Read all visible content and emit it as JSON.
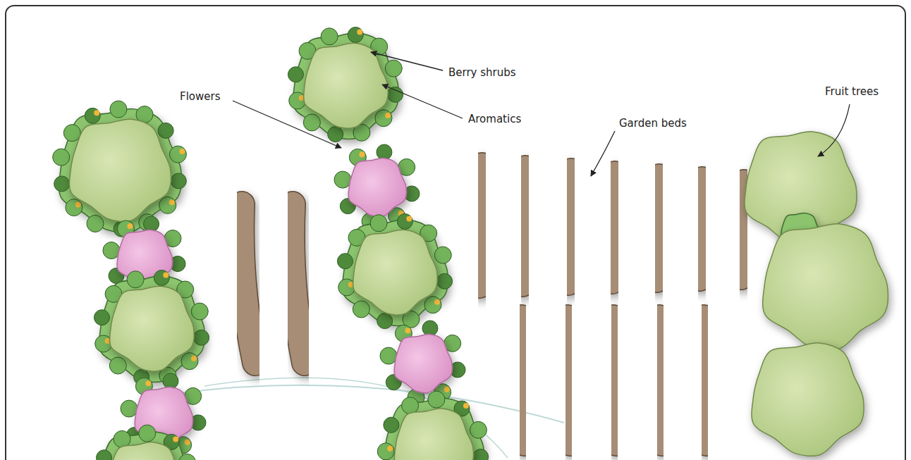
{
  "diagram": {
    "labels": [
      "Berry shrubs",
      "Aromatics",
      "Flowers",
      "Garden beds",
      "Fruit trees"
    ]
  }
}
